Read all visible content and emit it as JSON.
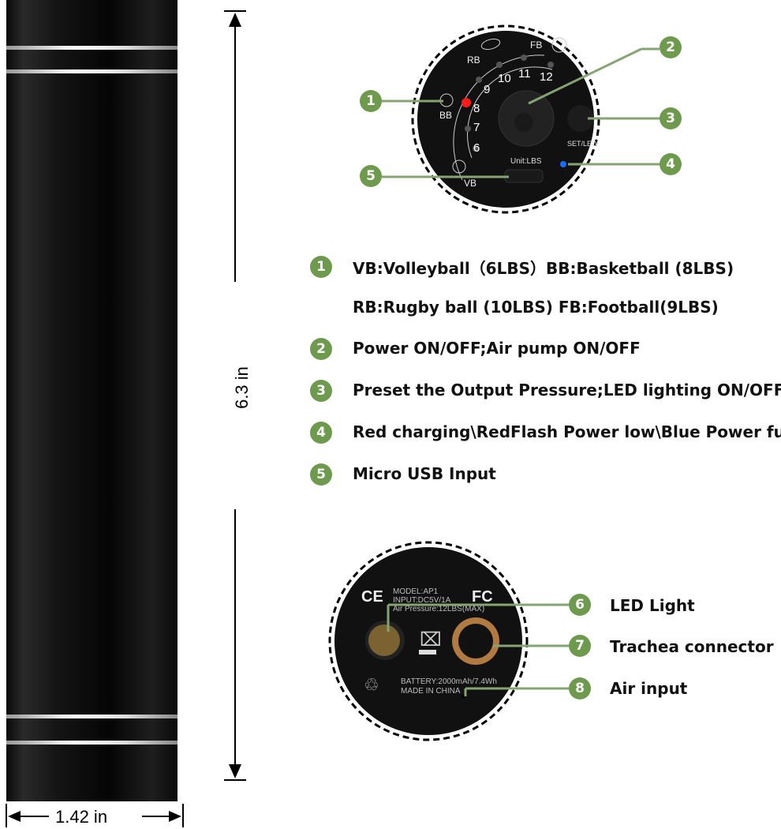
{
  "dimensions": {
    "height": "6.3 in",
    "width": "1.42 in"
  },
  "top_panel": {
    "ball_labels": {
      "rb": "RB",
      "fb": "FB",
      "bb": "BB",
      "vb": "VB"
    },
    "pressure_marks": [
      "6",
      "7",
      "8",
      "9",
      "10",
      "11",
      "12"
    ],
    "set_led": "SET/LED",
    "unit": "Unit:LBS",
    "callouts": [
      "1",
      "2",
      "3",
      "4",
      "5"
    ]
  },
  "legend": [
    {
      "num": "1",
      "text": "VB:Volleyball（6LBS）BB:Basketball (8LBS)"
    },
    {
      "num": "",
      "text": "RB:Rugby ball (10LBS) FB:Football(9LBS)"
    },
    {
      "num": "2",
      "text": "Power ON/OFF;Air pump ON/OFF"
    },
    {
      "num": "3",
      "text": "Preset the Output Pressure;LED lighting ON/OFF"
    },
    {
      "num": "4",
      "text": "Red charging\\RedFlash Power low\\Blue Power full"
    },
    {
      "num": "5",
      "text": "Micro USB Input"
    }
  ],
  "bottom_panel": {
    "ce": "CE",
    "fc": "FC",
    "model": "MODEL:AP1",
    "input": "INPUT:DC5V/1A",
    "pressure": "Air Pressure:12LBS(MAX)",
    "battery": "BATTERY:2000mAh/7.4Wh",
    "made": "MADE IN CHINA",
    "callouts": [
      {
        "num": "6",
        "label": "LED Light"
      },
      {
        "num": "7",
        "label": "Trachea connector"
      },
      {
        "num": "8",
        "label": "Air input"
      }
    ]
  },
  "colors": {
    "accent": "#6e9a4d",
    "led_red": "#ff1a1a",
    "led_blue": "#1a6cff"
  }
}
